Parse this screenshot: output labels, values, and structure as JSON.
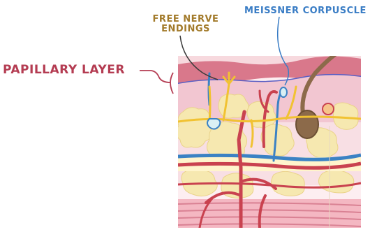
{
  "labels": {
    "papillary_layer": "PAPILLARY LAYER",
    "free_nerve_endings_line1": "FREE NERVE",
    "free_nerve_endings_line2": "ENDINGS",
    "meissner_corpuscle": "MEISSNER CORPUSCLE"
  },
  "colors": {
    "papillary_label": "#b43c52",
    "free_nerve_label": "#a27a2a",
    "meissner_label": "#3a7dc5",
    "epidermis": "#d9788b",
    "dermis_pink": "#f2c6d1",
    "fat": "#f6e8b0",
    "nerve": "#f1c232",
    "vessel_red": "#c9424f",
    "vessel_blue": "#3b82c4",
    "hair": "#8c6a4a"
  }
}
